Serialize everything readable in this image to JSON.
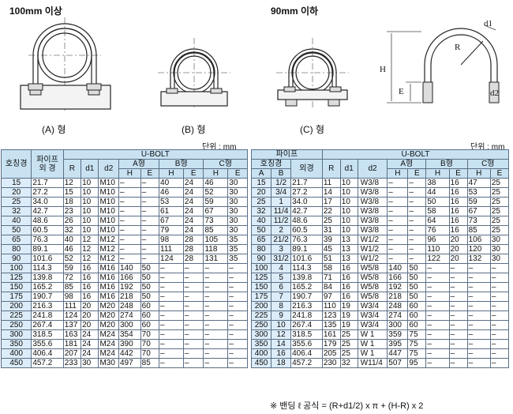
{
  "header": {
    "left_label": "100mm 이상",
    "right_label": "90mm 이하"
  },
  "figures": {
    "captions": [
      "(A) 형",
      "(B) 형",
      "(C) 형"
    ],
    "dim_labels": {
      "d1": "d1",
      "R": "R",
      "H": "H",
      "E": "E",
      "d2": "d2"
    }
  },
  "unit_left": "단위 : mm",
  "unit_right": "단위 : mm",
  "left_table": {
    "hdr": {
      "nominal": "호칭경",
      "pipe_od": "파이프 외 경",
      "ubolt": "U-BOLT",
      "R": "R",
      "d1": "d1",
      "d2": "d2",
      "A": "A형",
      "B": "B형",
      "C": "C형",
      "H": "H",
      "E": "E"
    },
    "rows": [
      [
        "15",
        "21.7",
        "12",
        "10",
        "M10",
        "–",
        "–",
        "40",
        "24",
        "46",
        "30"
      ],
      [
        "20",
        "27.2",
        "15",
        "10",
        "M10",
        "–",
        "–",
        "46",
        "24",
        "52",
        "30"
      ],
      [
        "25",
        "34.0",
        "18",
        "10",
        "M10",
        "–",
        "–",
        "53",
        "24",
        "59",
        "30"
      ],
      [
        "32",
        "42.7",
        "23",
        "10",
        "M10",
        "–",
        "–",
        "61",
        "24",
        "67",
        "30"
      ],
      [
        "40",
        "48.6",
        "26",
        "10",
        "M10",
        "–",
        "–",
        "67",
        "24",
        "73",
        "30"
      ],
      [
        "50",
        "60.5",
        "32",
        "10",
        "M10",
        "–",
        "–",
        "79",
        "24",
        "85",
        "30"
      ],
      [
        "65",
        "76.3",
        "40",
        "12",
        "M12",
        "–",
        "–",
        "98",
        "28",
        "105",
        "35"
      ],
      [
        "80",
        "89.1",
        "46",
        "12",
        "M12",
        "–",
        "–",
        "111",
        "28",
        "118",
        "35"
      ],
      [
        "90",
        "101.6",
        "52",
        "12",
        "M12",
        "–",
        "–",
        "124",
        "28",
        "131",
        "35"
      ],
      [
        "100",
        "114.3",
        "59",
        "16",
        "M16",
        "140",
        "50",
        "–",
        "–",
        "–",
        "–"
      ],
      [
        "125",
        "139.8",
        "72",
        "16",
        "M16",
        "166",
        "50",
        "–",
        "–",
        "–",
        "–"
      ],
      [
        "150",
        "165.2",
        "85",
        "16",
        "M16",
        "192",
        "50",
        "–",
        "–",
        "–",
        "–"
      ],
      [
        "175",
        "190.7",
        "98",
        "16",
        "M16",
        "218",
        "50",
        "–",
        "–",
        "–",
        "–"
      ],
      [
        "200",
        "216.3",
        "111",
        "20",
        "M20",
        "248",
        "60",
        "–",
        "–",
        "–",
        "–"
      ],
      [
        "225",
        "241.8",
        "124",
        "20",
        "M20",
        "274",
        "60",
        "–",
        "–",
        "–",
        "–"
      ],
      [
        "250",
        "267.4",
        "137",
        "20",
        "M20",
        "300",
        "60",
        "–",
        "–",
        "–",
        "–"
      ],
      [
        "300",
        "318.5",
        "163",
        "24",
        "M24",
        "354",
        "70",
        "–",
        "–",
        "–",
        "–"
      ],
      [
        "350",
        "355.6",
        "181",
        "24",
        "M24",
        "390",
        "70",
        "–",
        "–",
        "–",
        "–"
      ],
      [
        "400",
        "406.4",
        "207",
        "24",
        "M24",
        "442",
        "70",
        "–",
        "–",
        "–",
        "–"
      ],
      [
        "450",
        "457.2",
        "233",
        "30",
        "M30",
        "497",
        "85",
        "–",
        "–",
        "–",
        "–"
      ]
    ]
  },
  "right_table": {
    "hdr": {
      "pipe": "파이프",
      "nominal": "호칭경",
      "od": "외경",
      "A": "A",
      "B": "B",
      "ubolt": "U-BOLT",
      "R": "R",
      "d1": "d1",
      "d2": "d2",
      "Atype": "A형",
      "Btype": "B형",
      "Ctype": "C형",
      "H": "H",
      "E": "E"
    },
    "rows": [
      [
        "15",
        "1/2",
        "21.7",
        "11",
        "10",
        "W3/8",
        "–",
        "–",
        "38",
        "16",
        "47",
        "25"
      ],
      [
        "20",
        "3/4",
        "27.2",
        "14",
        "10",
        "W3/8",
        "–",
        "–",
        "44",
        "16",
        "53",
        "25"
      ],
      [
        "25",
        "1",
        "34.0",
        "17",
        "10",
        "W3/8",
        "–",
        "–",
        "50",
        "16",
        "59",
        "25"
      ],
      [
        "32",
        "11/4",
        "42.7",
        "22",
        "10",
        "W3/8",
        "–",
        "–",
        "58",
        "16",
        "67",
        "25"
      ],
      [
        "40",
        "11/2",
        "48.6",
        "25",
        "10",
        "W3/8",
        "–",
        "–",
        "64",
        "16",
        "73",
        "25"
      ],
      [
        "50",
        "2",
        "60.5",
        "31",
        "10",
        "W3/8",
        "–",
        "–",
        "76",
        "16",
        "85",
        "25"
      ],
      [
        "65",
        "21/2",
        "76.3",
        "39",
        "13",
        "W1/2",
        "–",
        "–",
        "96",
        "20",
        "106",
        "30"
      ],
      [
        "80",
        "3",
        "89.1",
        "45",
        "13",
        "W1/2",
        "–",
        "–",
        "110",
        "20",
        "120",
        "30"
      ],
      [
        "90",
        "31/2",
        "101.6",
        "51",
        "13",
        "W1/2",
        "–",
        "–",
        "122",
        "20",
        "132",
        "30"
      ],
      [
        "100",
        "4",
        "114.3",
        "58",
        "16",
        "W5/8",
        "140",
        "50",
        "–",
        "–",
        "–",
        "–"
      ],
      [
        "125",
        "5",
        "139.8",
        "71",
        "16",
        "W5/8",
        "166",
        "50",
        "–",
        "–",
        "–",
        "–"
      ],
      [
        "150",
        "6",
        "165.2",
        "84",
        "16",
        "W5/8",
        "192",
        "50",
        "–",
        "–",
        "–",
        "–"
      ],
      [
        "175",
        "7",
        "190.7",
        "97",
        "16",
        "W5/8",
        "218",
        "50",
        "–",
        "–",
        "–",
        "–"
      ],
      [
        "200",
        "8",
        "216.3",
        "110",
        "19",
        "W3/4",
        "248",
        "60",
        "–",
        "–",
        "–",
        "–"
      ],
      [
        "225",
        "9",
        "241.8",
        "123",
        "19",
        "W3/4",
        "274",
        "60",
        "–",
        "–",
        "–",
        "–"
      ],
      [
        "250",
        "10",
        "267.4",
        "135",
        "19",
        "W3/4",
        "300",
        "60",
        "–",
        "–",
        "–",
        "–"
      ],
      [
        "300",
        "12",
        "318.5",
        "161",
        "25",
        "W 1",
        "359",
        "75",
        "–",
        "–",
        "–",
        "–"
      ],
      [
        "350",
        "14",
        "355.6",
        "179",
        "25",
        "W 1",
        "395",
        "75",
        "–",
        "–",
        "–",
        "–"
      ],
      [
        "400",
        "16",
        "406.4",
        "205",
        "25",
        "W 1",
        "447",
        "75",
        "–",
        "–",
        "–",
        "–"
      ],
      [
        "450",
        "18",
        "457.2",
        "230",
        "32",
        "W11/4",
        "507",
        "95",
        "–",
        "–",
        "–",
        "–"
      ]
    ]
  },
  "footnote": "※ 밴딩 ℓ 공식 = (R+d1/2) x π + (H-R) x 2"
}
